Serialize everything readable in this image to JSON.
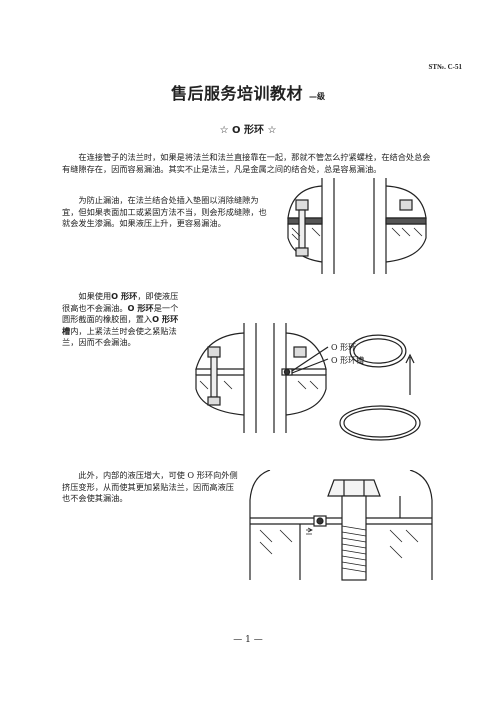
{
  "header": {
    "doc_no": "ST№. C-51"
  },
  "title": {
    "main": "售后服务培训教材",
    "level": "—级"
  },
  "section": {
    "heading": "☆ O 形环 ☆"
  },
  "paragraphs": {
    "p1": "在连接管子的法兰时，如果是将法兰和法兰直接靠在一起，那就不管怎么拧紧螺栓，在结合处总会有缝隙存在，因而容易漏油。其实不止是法兰，凡是金属之间的结合处，总是容易漏油。",
    "p2": "为防止漏油，在法兰结合处插入垫圈以消除缝隙为宜，但如果表面加工或紧固方法不当，则会形成缝隙，也就会发生渗漏。如果液压上升，更容易漏油。",
    "p3_a": "如果使用",
    "p3_b": "O 形环",
    "p3_c": "，即使液压很高也不会漏油。",
    "p3_d": "O 形环",
    "p3_e": "是一个圆形截面的橡胶圈，置入",
    "p3_f": "O 形环槽",
    "p3_g": "内，上紧法兰时会使之紧贴法兰，因而不会漏油。",
    "p4": "此外，内部的液压增大，可使 O 形环向外侧挤压变形，从而使其更加紧贴法兰，因而高液压也不会使其漏油。"
  },
  "figure_labels": {
    "o_ring": "O 形环",
    "o_ring_groove": "O 形环槽"
  },
  "footer": {
    "page": "— 1 —"
  }
}
